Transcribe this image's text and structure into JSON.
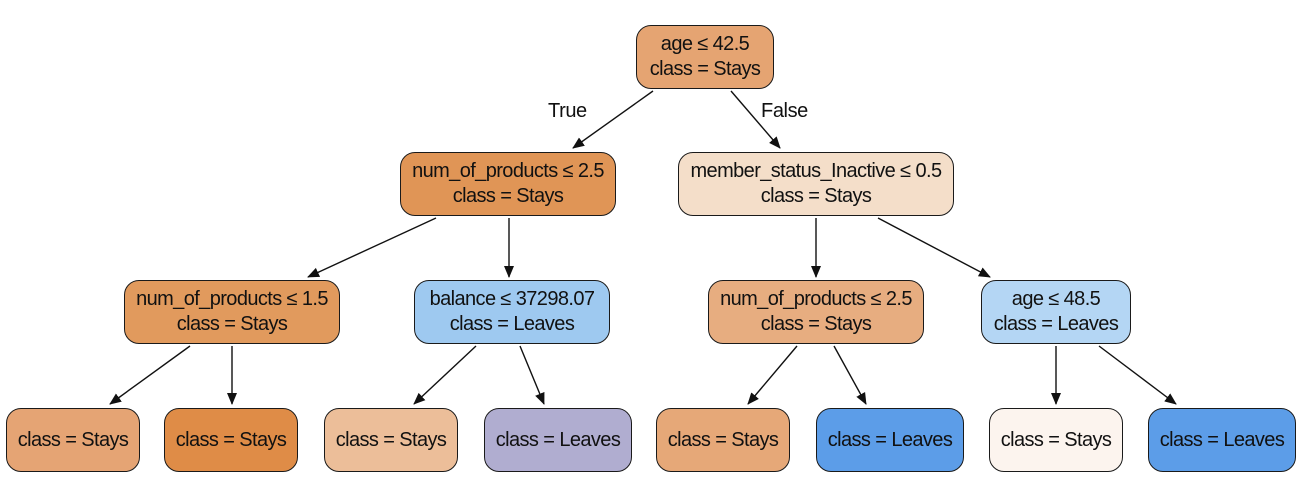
{
  "diagram": {
    "edge_labels": {
      "true_label": "True",
      "false_label": "False"
    },
    "nodes": [
      {
        "id": "root",
        "split": "age ≤ 42.5",
        "cls": "class = Stays",
        "fill": "#e5a472"
      },
      {
        "id": "n1",
        "split": "num_of_products ≤ 2.5",
        "cls": "class = Stays",
        "fill": "#e09556"
      },
      {
        "id": "n2",
        "split": "member_status_Inactive ≤ 0.5",
        "cls": "class = Stays",
        "fill": "#f4dec9"
      },
      {
        "id": "n3",
        "split": "num_of_products ≤ 1.5",
        "cls": "class = Stays",
        "fill": "#e19a5d"
      },
      {
        "id": "n4",
        "split": "balance ≤ 37298.07",
        "cls": "class = Leaves",
        "fill": "#9ec9f0"
      },
      {
        "id": "n5",
        "split": "num_of_products ≤ 2.5",
        "cls": "class = Stays",
        "fill": "#e7ad80"
      },
      {
        "id": "n6",
        "split": "age ≤ 48.5",
        "cls": "class = Leaves",
        "fill": "#b4d6f4"
      },
      {
        "id": "l1",
        "split": "",
        "cls": "class = Stays",
        "fill": "#e5a474"
      },
      {
        "id": "l2",
        "split": "",
        "cls": "class = Stays",
        "fill": "#df8c47"
      },
      {
        "id": "l3",
        "split": "",
        "cls": "class = Stays",
        "fill": "#ecbe99"
      },
      {
        "id": "l4",
        "split": "",
        "cls": "class = Leaves",
        "fill": "#b0add0"
      },
      {
        "id": "l5",
        "split": "",
        "cls": "class = Stays",
        "fill": "#e6a878"
      },
      {
        "id": "l6",
        "split": "",
        "cls": "class = Leaves",
        "fill": "#5c9de8"
      },
      {
        "id": "l7",
        "split": "",
        "cls": "class = Stays",
        "fill": "#fcf4ee"
      },
      {
        "id": "l8",
        "split": "",
        "cls": "class = Leaves",
        "fill": "#5c9de8"
      }
    ]
  }
}
